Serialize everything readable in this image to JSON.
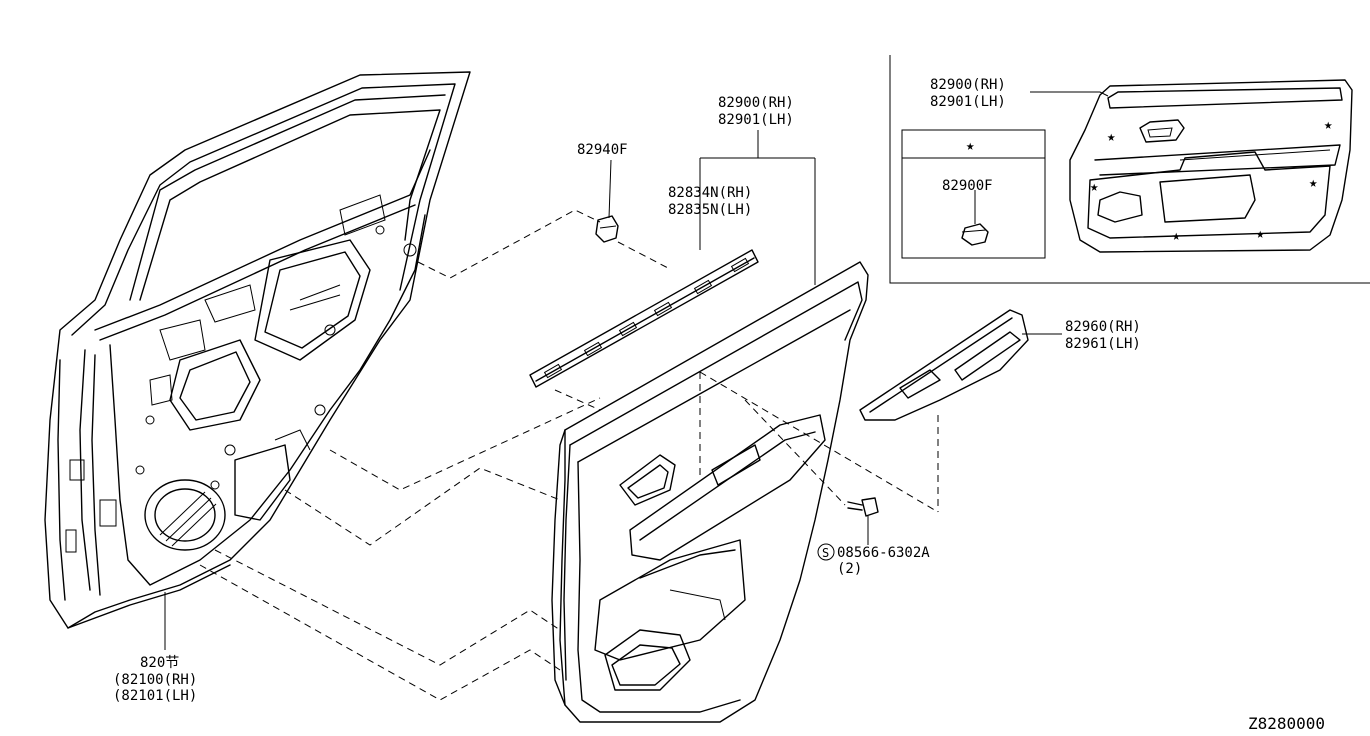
{
  "diagram": {
    "callouts": {
      "door_panel_main": {
        "line1": "82900(RH)",
        "line2": "82901(LH)"
      },
      "clip": {
        "part": "82940F"
      },
      "weatherstrip": {
        "line1": "82834N(RH)",
        "line2": "82835N(LH)"
      },
      "armrest_finisher": {
        "line1": "82960(RH)",
        "line2": "82961(LH)"
      },
      "screw": {
        "part": "08566-6302A",
        "qty": "(2)",
        "symbol": "S"
      },
      "door_frame": {
        "line1": "820节",
        "line2": "(82100(RH)",
        "line3": "(82101(LH)"
      }
    },
    "inset": {
      "door_panel": {
        "line1": "82900(RH)",
        "line2": "82901(LH)"
      },
      "legend_symbol": "★",
      "clip_part": "82900F"
    },
    "drawing_number": "Z8280000"
  }
}
